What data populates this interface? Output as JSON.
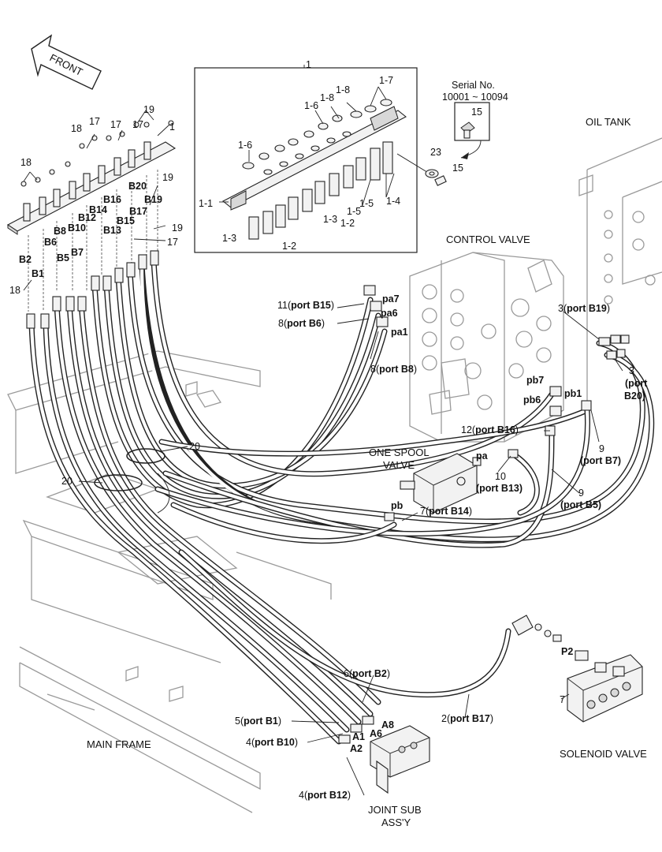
{
  "labels": {
    "front": "FRONT",
    "assy_1": "1",
    "l_1_1": "1-1",
    "l_1_2": "1-2",
    "l_1_3a": "1-3",
    "l_1_3b": "1-3",
    "l_1_4": "1-4",
    "l_1_5a": "1-5",
    "l_1_5b": "1-5",
    "l_1_6a": "1-6",
    "l_1_6b": "1-6",
    "l_1_7": "1-7",
    "l_1_8a": "1-8",
    "l_1_8b": "1-8",
    "l_1_2b": "1-2",
    "serial_title": "Serial No.",
    "serial_range": "10001 ~ 10094",
    "n15a": "15",
    "n15b": "15",
    "n23": "23",
    "oil_tank": "OIL TANK",
    "control_valve": "CONTROL VALVE",
    "one_spool_valve_1": "ONE SPOOL",
    "one_spool_valve_2": "VALVE",
    "solenoid_valve": "SOLENOID VALVE",
    "main_frame": "MAIN FRAME",
    "joint_sub_1": "JOINT SUB",
    "joint_sub_2": "ASS'Y",
    "n17a": "17",
    "n17b": "17",
    "n17c": "17",
    "n17d": "17",
    "n18a": "18",
    "n18b": "18",
    "n18c": "18",
    "n19a": "19",
    "n19b": "19",
    "n19c": "19",
    "n1": "1",
    "n20a": "20",
    "n20b": "20",
    "B1": "B1",
    "B2": "B2",
    "B5": "B5",
    "B6": "B6",
    "B7": "B7",
    "B8": "B8",
    "B10": "B10",
    "B12": "B12",
    "B13": "B13",
    "B14": "B14",
    "B15": "B15",
    "B16": "B16",
    "B17": "B17",
    "B19": "B19",
    "B20": "B20",
    "pa7": "pa7",
    "pa6": "pa6",
    "pa1": "pa1",
    "pb7": "pb7",
    "pb6": "pb6",
    "pb1": "pb1",
    "pa": "pa",
    "pb": "pb",
    "P2": "P2",
    "A1": "A1",
    "A2": "A2",
    "A6": "A6",
    "A8": "A8",
    "c11_num": "11",
    "c11_port": "port B15",
    "c8a_num": "8",
    "c8a_port": "port B6",
    "c8b_num": "8",
    "c8b_port": "port B8",
    "c3a_num": "3",
    "c3a_port": "port B19",
    "c3b_num": "3",
    "c3b_port1": "(port",
    "c3b_port2": "B20)",
    "c12_num": "12",
    "c12_port": "port B16",
    "c9a_num": "9",
    "c9a_port": "(port B7)",
    "c9b_num": "9",
    "c9b_port": "(port B5)",
    "c10_num": "10",
    "c10_port": "(port B13)",
    "c7_num": "7",
    "c7_port": "port B14",
    "c6_num": "6",
    "c6_port": "port B2",
    "c5_num": "5",
    "c5_port": "port B1",
    "c4a_num": "4",
    "c4a_port": "port B10",
    "c4b_num": "4",
    "c4b_port": "port B12",
    "c2_num": "2",
    "c2_port": "port B17",
    "c7s_num": "7"
  }
}
